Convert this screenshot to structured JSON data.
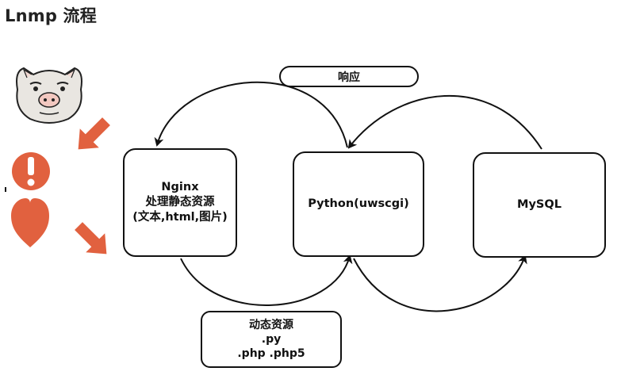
{
  "title": "Lnmp 流程",
  "nodes": {
    "nginx": [
      "Nginx",
      "处理静态资源",
      "(文本,html,图片)"
    ],
    "python": "Python(uwscgi)",
    "mysql": "MySQL",
    "dynamic": [
      "动态资源",
      ".py",
      ".php .php5"
    ]
  },
  "response_label": "响应",
  "colors": {
    "accent": "#e1613f",
    "stroke": "#111111",
    "face": "#e9e6e1"
  },
  "icons": [
    "pig-face-meme-icon",
    "arrow-down-left-icon",
    "exclamation-icon",
    "heart-icon",
    "arrow-down-right-icon"
  ]
}
